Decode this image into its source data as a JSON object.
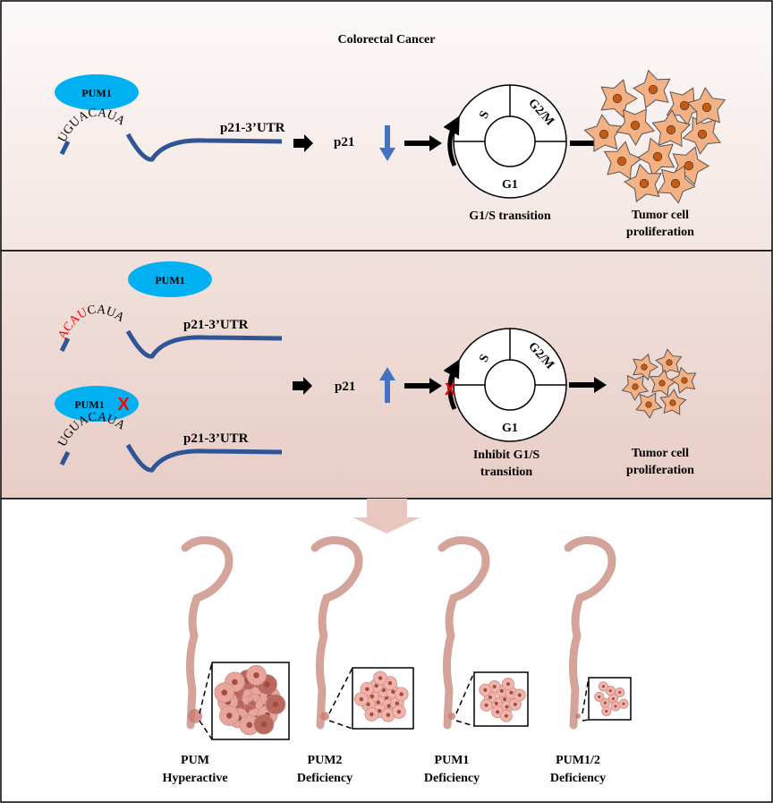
{
  "colors": {
    "pum_ellipse": "#00b0f0",
    "rna": "#2f5597",
    "blue_arrow": "#4472c4",
    "mutation_red": "#ff0000",
    "cell_fill": "#f4b183",
    "cell_nucleus": "#c55a11",
    "colon": "#d4a49a",
    "tumor": "#c97b72"
  },
  "panel1": {
    "title": "Colorectal Cancer",
    "pum_label": "PUM1",
    "motif": "UGUACAUA",
    "utr_label": "p21-3’UTR",
    "p21_label": "p21",
    "p21_direction": "down",
    "cycle": {
      "s": "S",
      "g2m": "G2/M",
      "g1": "G1"
    },
    "transition_label": "G1/S transition",
    "outcome_line1": "Tumor cell",
    "outcome_line2": "proliferation"
  },
  "panel2": {
    "pum_label_top": "PUM1",
    "motif_mut_red": "ACAU",
    "motif_mut_rest": "CAUA",
    "utr_label_top": "p21-3’UTR",
    "pum_label_bottom": "PUM1",
    "pum_bottom_mark": "X",
    "motif_bottom": "UGUACAUA",
    "utr_label_bottom": "p21-3’UTR",
    "p21_label": "p21",
    "p21_direction": "up",
    "block_mark": "X",
    "cycle": {
      "s": "S",
      "g2m": "G2/M",
      "g1": "G1"
    },
    "transition_line1": "Inhibit G1/S",
    "transition_line2": "transition",
    "outcome_line1": "Tumor cell",
    "outcome_line2": "proliferation"
  },
  "panel3": {
    "conditions": [
      {
        "line1": "PUM",
        "line2": "Hyperactive"
      },
      {
        "line1": "PUM2",
        "line2": "Deficiency"
      },
      {
        "line1": "PUM1",
        "line2": "Deficiency"
      },
      {
        "line1": "PUM1/2",
        "line2": "Deficiency"
      }
    ]
  }
}
